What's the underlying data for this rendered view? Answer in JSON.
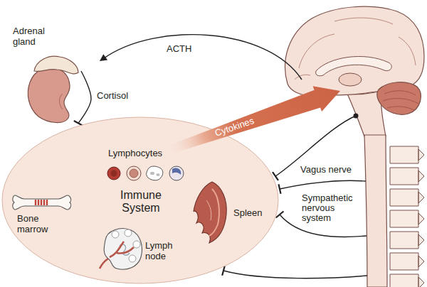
{
  "diagram": {
    "nodes": [
      {
        "text": [
          "Adrenal gland"
        ]
      },
      {
        "text": [
          "Immune System"
        ]
      },
      {
        "text": [
          "Lymphocytes"
        ],
        "in": 1
      },
      {
        "text": [
          "Bone marrow"
        ],
        "in": 1
      },
      {
        "text": [
          "Spleen"
        ],
        "in": 1
      },
      {
        "text": [
          "Lymph node"
        ],
        "in": 1
      }
    ],
    "edges": [
      {
        "from": 0,
        "to": 1,
        "label": "Cortisol",
        "arrow": "to"
      }
    ],
    "labels": [
      "ACTH",
      "Cytokines",
      "Vagus nerve",
      "Sympathetic nervous system"
    ]
  }
}
